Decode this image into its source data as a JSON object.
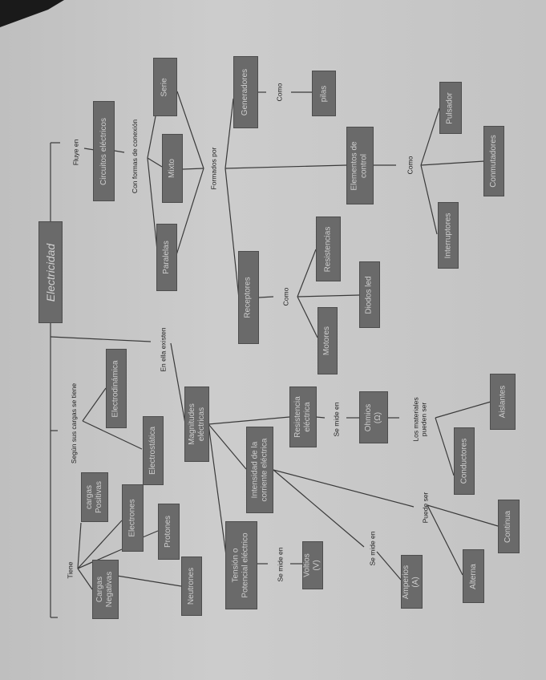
{
  "diagram": {
    "title": "Mapa conceptual: Electricidad",
    "orientation": "rotated 90° counter-clockwise (photo of printed page)",
    "colors": {
      "paper": "#c9c9c9",
      "box_fill": "#6a6a6a",
      "box_text": "#cfcfcf",
      "line": "#3a3a3a",
      "label_text": "#1e1e1e",
      "background": "#1a1a1a"
    },
    "nodes": {
      "electricidad": "Electricidad",
      "circuitos": "Circuitos eléctricos",
      "serie": "Serie",
      "mixto": "Mixto",
      "paralelas": "Paralelas",
      "generadores": "Generadores",
      "pilas": "pilas",
      "elementos_control": "Elementos de\ncontrol",
      "pulsador": "Pulsador",
      "conmutadores": "Conmutadores",
      "interruptores": "Interruptores",
      "receptores": "Receptores",
      "resistencias": "Resistencias",
      "diodos_led": "Diodos led",
      "motores": "Motores",
      "electrodinamica": "Electrodinámica",
      "electrostatica": "Electrostática",
      "magnitudes": "Magnitudes\neléctricas",
      "resistencia_electrica": "Resistencia\neléctrica",
      "ohmios": "Ohmios\n(Ω)",
      "aislantes": "Aislantes",
      "conductores": "Conductores",
      "intensidad": "Intensidad de la\ncorriente eléctrica",
      "continua": "Continua",
      "alterna": "Alterna",
      "amperios": "Amperios\n(A)",
      "tension": "Tensión o\nPotencial eléctrico",
      "voltios": "Voltios\n(V)",
      "cargas_positivas": "cargas\nPositivas",
      "cargas_negativas": "Cargas\nNegativas",
      "electrones": "Electrones",
      "protones": "Protones",
      "neutrones": "Neutrones"
    },
    "labels": {
      "fluye_en": "Fluye en",
      "con_formas": "Con formas de conexión",
      "formados_por": "Formados por",
      "como_pilas": "Como",
      "como_control": "Como",
      "como_receptores": "Como",
      "en_ella_existen": "En ella existen",
      "segun_cargas": "Según sus cargas se tiene",
      "se_mide_ohm": "Se mide en",
      "materiales": "Los materiales\npueden ser",
      "puede_ser": "Puede ser",
      "se_mide_amp": "Se mide en",
      "se_mide_volt": "Se mide en",
      "tiene": "Tiene"
    }
  }
}
